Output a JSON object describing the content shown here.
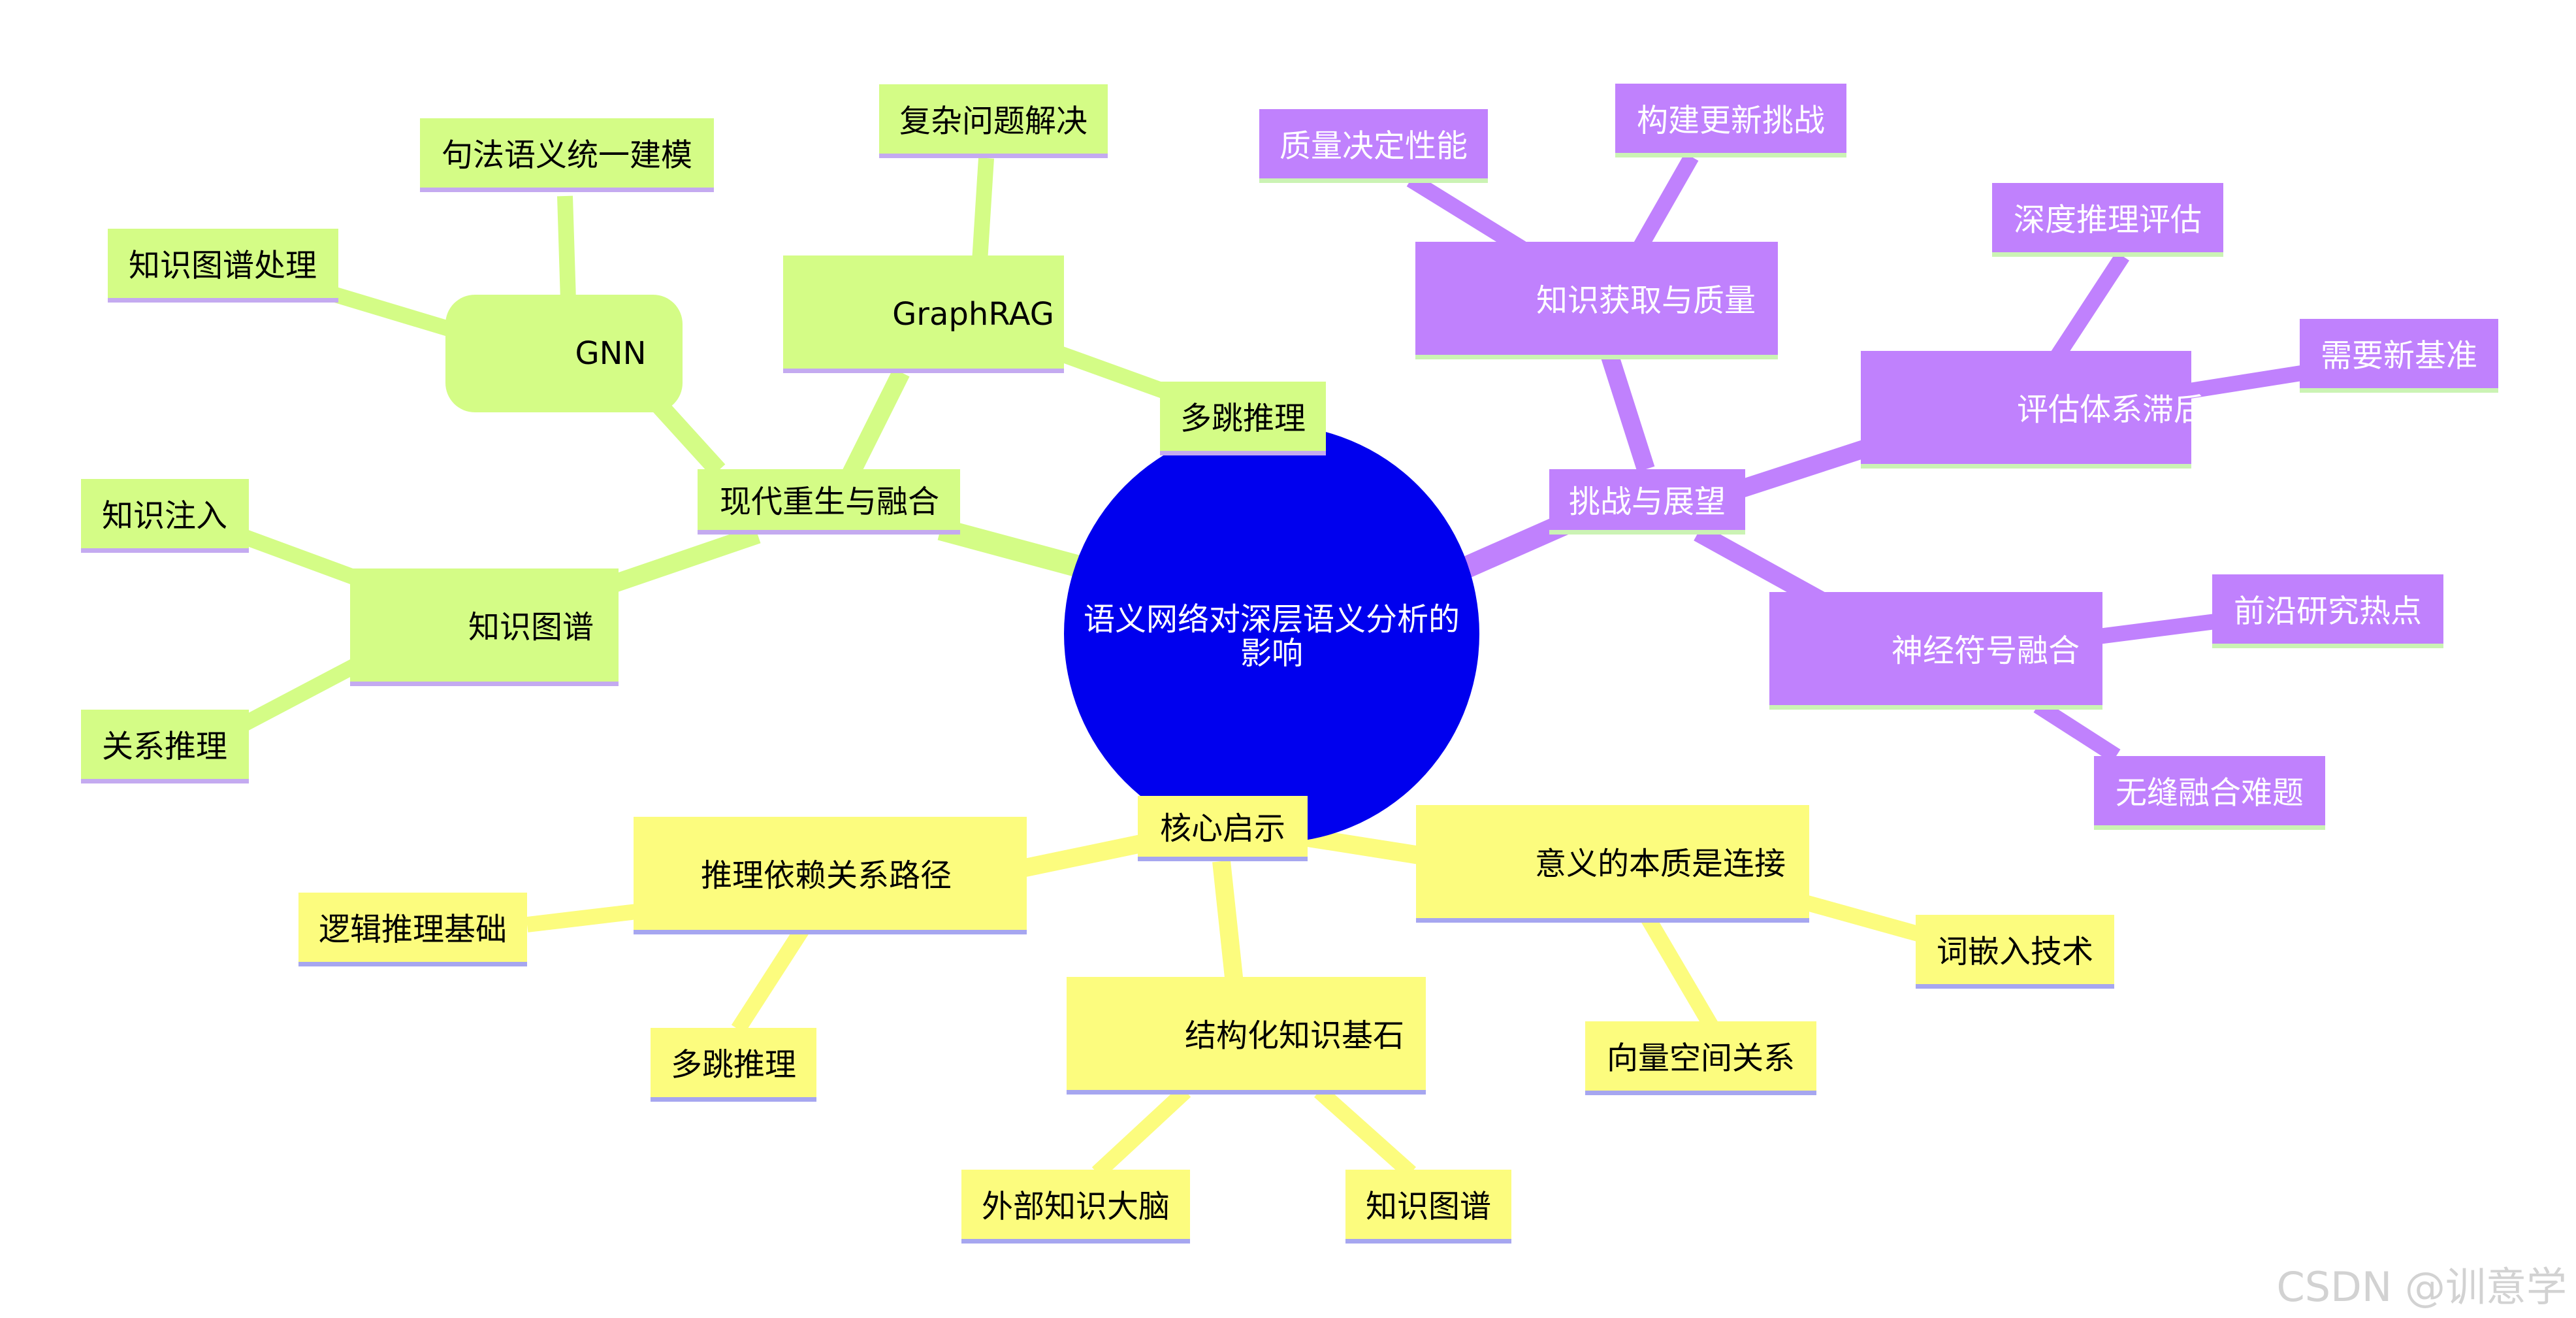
{
  "center": {
    "line1": "语义网络对深层语义分析的",
    "line2": "影响",
    "color": "#0000ee"
  },
  "colors": {
    "green": "#d4fc86",
    "purple": "#c081fd",
    "yellow": "#fcfc7e",
    "green_underline": "#c4aaf0",
    "purple_underline": "#cbf3b4",
    "yellow_underline": "#a6a6f0"
  },
  "branches": {
    "modern": {
      "label": "现代重生与融合",
      "graphrag": {
        "label": "GraphRAG",
        "children": [
          "复杂问题解决",
          "多跳推理"
        ]
      },
      "gnn": {
        "label": "GNN",
        "children": [
          "句法语义统一建模",
          "知识图谱处理"
        ]
      },
      "kg": {
        "label": "知识图谱",
        "children": [
          "知识注入",
          "关系推理"
        ]
      }
    },
    "challenges": {
      "label": "挑战与展望",
      "acquisition": {
        "label": "知识获取与质量",
        "children": [
          "质量决定性能",
          "构建更新挑战"
        ]
      },
      "evaluation": {
        "label": "评估体系滞后",
        "children": [
          "深度推理评估",
          "需要新基准"
        ]
      },
      "neurosymbolic": {
        "label": "神经符号融合",
        "children": [
          "前沿研究热点",
          "无缝融合难题"
        ]
      }
    },
    "insights": {
      "label": "核心启示",
      "reasoning": {
        "label": "推理依赖关系路径",
        "children": [
          "逻辑推理基础",
          "多跳推理"
        ]
      },
      "structured": {
        "label": "结构化知识基石",
        "children": [
          "外部知识大脑",
          "知识图谱"
        ]
      },
      "meaning": {
        "label": "意义的本质是连接",
        "children": [
          "词嵌入技术",
          "向量空间关系"
        ]
      }
    }
  },
  "watermark": "CSDN @训意学"
}
